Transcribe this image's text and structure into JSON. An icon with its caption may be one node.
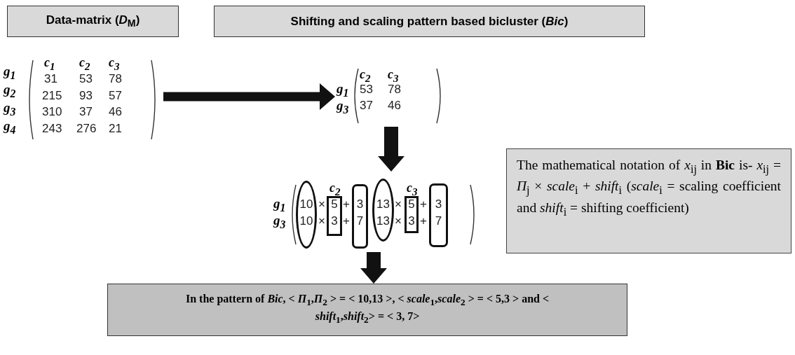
{
  "diagram": {
    "nodes": [
      {
        "text": [
          "Data-matrix (*D*$_{M}$)"
        ]
      },
      {
        "text": [
          "Shifting and scaling pattern based bicluster (*Bic*)"
        ]
      },
      {
        "text": [
          "g$_{1}$",
          "c$_{1}$",
          "c$_{2}$",
          "c$_{3}$",
          "31",
          "53",
          "78",
          "g$_{2}$",
          "215",
          "93",
          "57",
          "g$_{3}$",
          "310",
          "37",
          "46",
          "g$_{4}$",
          "243",
          "276",
          "21"
        ]
      },
      {
        "text": [
          "c$_{2}$",
          "c$_{3}$",
          "g$_{1}$",
          "53",
          "78",
          "g$_{3}$",
          "37",
          "46"
        ]
      },
      {
        "text": [
          "c$_{2}$",
          "c$_{3}$",
          "g$_{1}$",
          "×",
          "+",
          "×",
          "+",
          "g$_{3}$",
          "×",
          "+",
          "×",
          "+"
        ]
      },
      {
        "text": [
          "10",
          "10"
        ],
        "in": 4
      },
      {
        "text": [
          "5",
          "3"
        ],
        "in": 4
      },
      {
        "text": [
          "3",
          "7"
        ],
        "in": 4
      },
      {
        "text": [
          "13",
          "13"
        ],
        "in": 4
      },
      {
        "text": [
          "5",
          "3"
        ],
        "in": 4
      },
      {
        "text": [
          "3",
          "7"
        ],
        "in": 4
      },
      {
        "text": [
          "The mathematical notation of *x*$_{ij}$ in **Bic** is- *x*$_{ij}$ = *Π*$_{j}$ × *scale*$_{i}$ + *shift*$_{i}$ (*scale*$_{i}$ = scaling coefficient and *shift*$_{i}$ = shifting coefficient)"
        ]
      },
      {
        "text": [
          "In the pattern of *Bic*, < *Π*$_{1}$,*Π*$_{2}$ > = < 10,13 >, < *scale*$_{1}$,*scale*$_{2}$ > = < 5,3 > and < *shift*$_{1}$,*shift*$_{2}$> = < 3, 7>"
        ]
      }
    ],
    "edges": [
      {
        "from": 2,
        "to": 3,
        "arrow": "to"
      },
      {
        "from": 3,
        "to": 4,
        "arrow": "to"
      },
      {
        "from": 4,
        "to": 12,
        "arrow": "to"
      }
    ]
  }
}
